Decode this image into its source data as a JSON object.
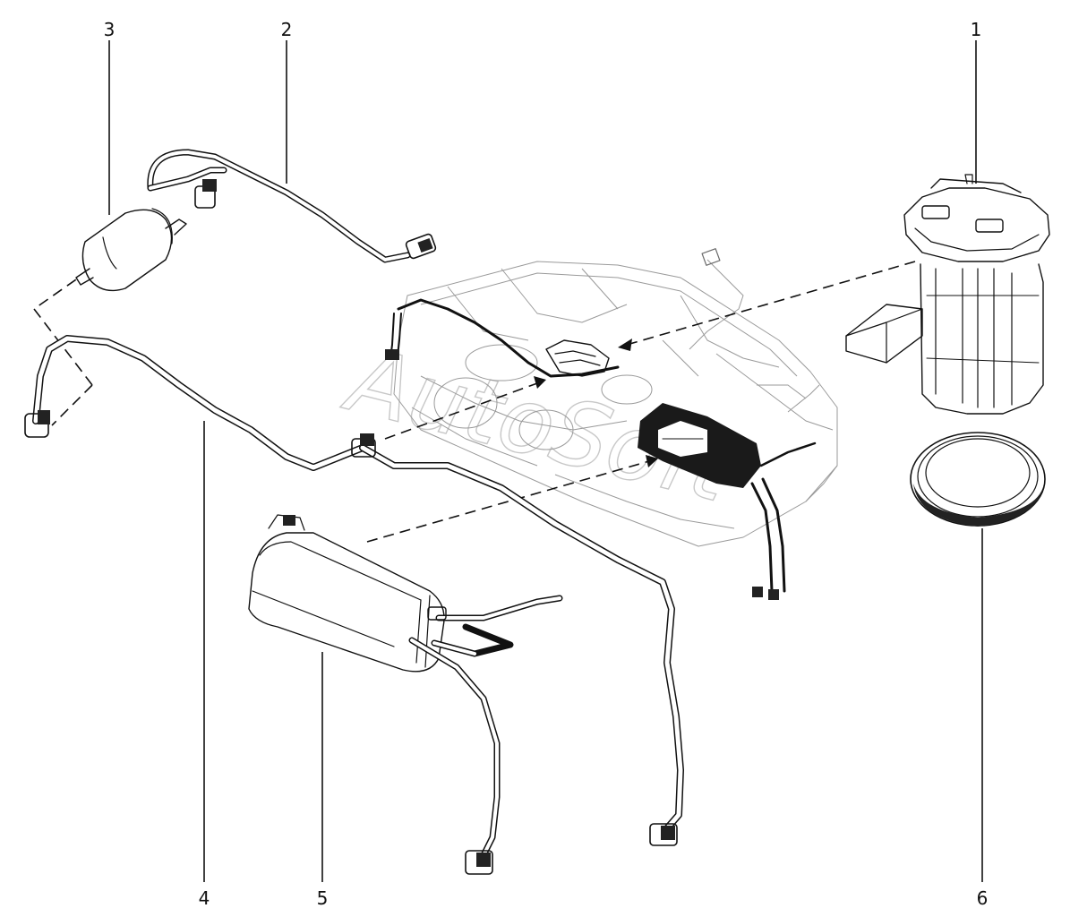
{
  "callouts": {
    "c1": "1",
    "c2": "2",
    "c3": "3",
    "c4": "4",
    "c5": "5",
    "c6": "6"
  },
  "watermark": "AutoSoft",
  "colors": {
    "line": "#111111",
    "ghost": "#9a9a9a",
    "watermark": "#c8c8c8"
  }
}
